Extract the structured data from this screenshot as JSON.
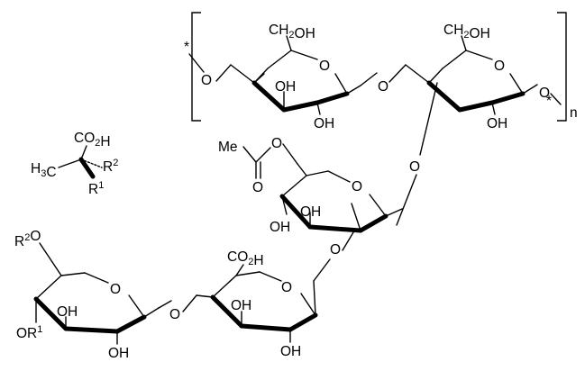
{
  "structure": {
    "polymer": {
      "end_left": "*",
      "end_right": "*",
      "repeat": "n"
    },
    "labels": {
      "ch2oh_a": "CH2OH",
      "ch2oh_b": "CH2OH",
      "ring_o": "O",
      "link_o": "O",
      "oh": "OH",
      "me": "Me",
      "co2h": "CO2H",
      "h3c": "H3C",
      "r2": "R2",
      "r1": "R1",
      "r2o": "R2O",
      "or1": "OR1"
    }
  }
}
